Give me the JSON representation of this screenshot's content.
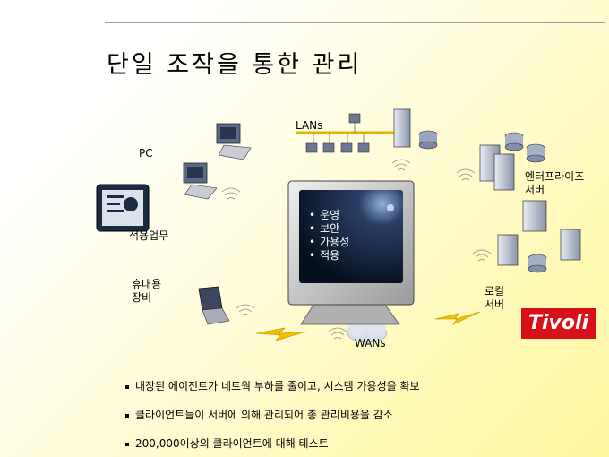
{
  "title": "단일 조작을 통한 관리",
  "diagram": {
    "center_items": [
      "운영",
      "보안",
      "가용성",
      "적용"
    ],
    "labels": {
      "lans": "LANs",
      "pc": "PC",
      "app": "적용업무",
      "portable": "휴대용\n장비",
      "wans": "WANs",
      "enterprise": "엔터프라이즈\n서버",
      "local": "로컬\n서버"
    },
    "logo_text": "Tivoli"
  },
  "bullets": [
    "내장된 에이전트가 네트웍 부하를 줄이고, 시스템 가용성을 확보",
    "클라이언트들이 서버에 의해 관리되어 총 관리비용을 감소",
    "200,000이상의 클라이언트에 대해 테스트"
  ],
  "colors": {
    "logo": "#d8101a",
    "lightning": "#f2c200",
    "screen": "#0b1a2e"
  }
}
